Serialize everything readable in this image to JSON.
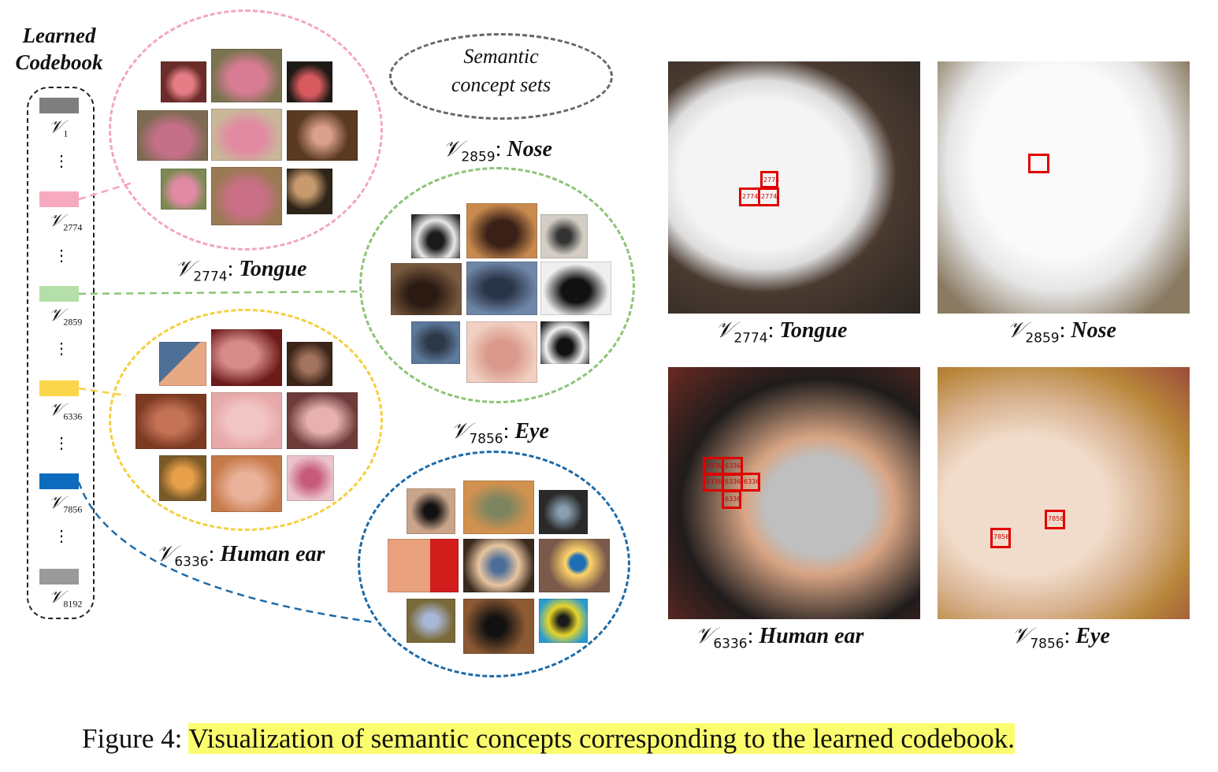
{
  "codebook": {
    "title_line1": "Learned",
    "title_line2": "Codebook",
    "entries": [
      {
        "symbol": "𝒱",
        "sub": "1",
        "color": "#7f7f7f"
      },
      {
        "symbol": "𝒱",
        "sub": "2774",
        "color": "#f7a9c0"
      },
      {
        "symbol": "𝒱",
        "sub": "2859",
        "color": "#b5dfa8"
      },
      {
        "symbol": "𝒱",
        "sub": "6336",
        "color": "#fbd54a"
      },
      {
        "symbol": "𝒱",
        "sub": "7856",
        "color": "#0d6bbd"
      },
      {
        "symbol": "𝒱",
        "sub": "8192",
        "color": "#9a9a9a"
      }
    ],
    "dots": "⋮"
  },
  "semantic_sets": {
    "line1": "Semantic",
    "line2": "concept sets"
  },
  "concepts": {
    "tongue": {
      "symbol": "𝒱",
      "sub": "2774",
      "sep": ": ",
      "name": "Tongue",
      "color": "#f3a6bf"
    },
    "nose": {
      "symbol": "𝒱",
      "sub": "2859",
      "sep": ": ",
      "name": "Nose",
      "color": "#8cc476"
    },
    "ear": {
      "symbol": "𝒱",
      "sub": "6336",
      "sep": ": ",
      "name": "Human ear",
      "color": "#f5cf3f"
    },
    "eye": {
      "symbol": "𝒱",
      "sub": "7856",
      "sep": ": ",
      "name": "Eye",
      "color": "#1d6aa8"
    }
  },
  "photos": {
    "dog1": {
      "symbol": "𝒱",
      "sub": "2774",
      "sep": ": ",
      "name": "Tongue",
      "box_labels": [
        "2774",
        "2774",
        "2774"
      ]
    },
    "dog2": {
      "symbol": "𝒱",
      "sub": "2859",
      "sep": ": ",
      "name": "Nose"
    },
    "man": {
      "symbol": "𝒱",
      "sub": "6336",
      "sep": ": ",
      "name": "Human ear",
      "box_labels": [
        "6336",
        "6336",
        "6336",
        "6336",
        "6336",
        "6336"
      ]
    },
    "cat": {
      "symbol": "𝒱",
      "sub": "7856",
      "sep": ": ",
      "name": "Eye",
      "box_labels": [
        "7856",
        "7856"
      ]
    }
  },
  "caption": {
    "prefix": "Figure 4: ",
    "text": "Visualization of semantic concepts corresponding to the learned codebook.",
    "highlight_color": "#fbfd6f"
  }
}
